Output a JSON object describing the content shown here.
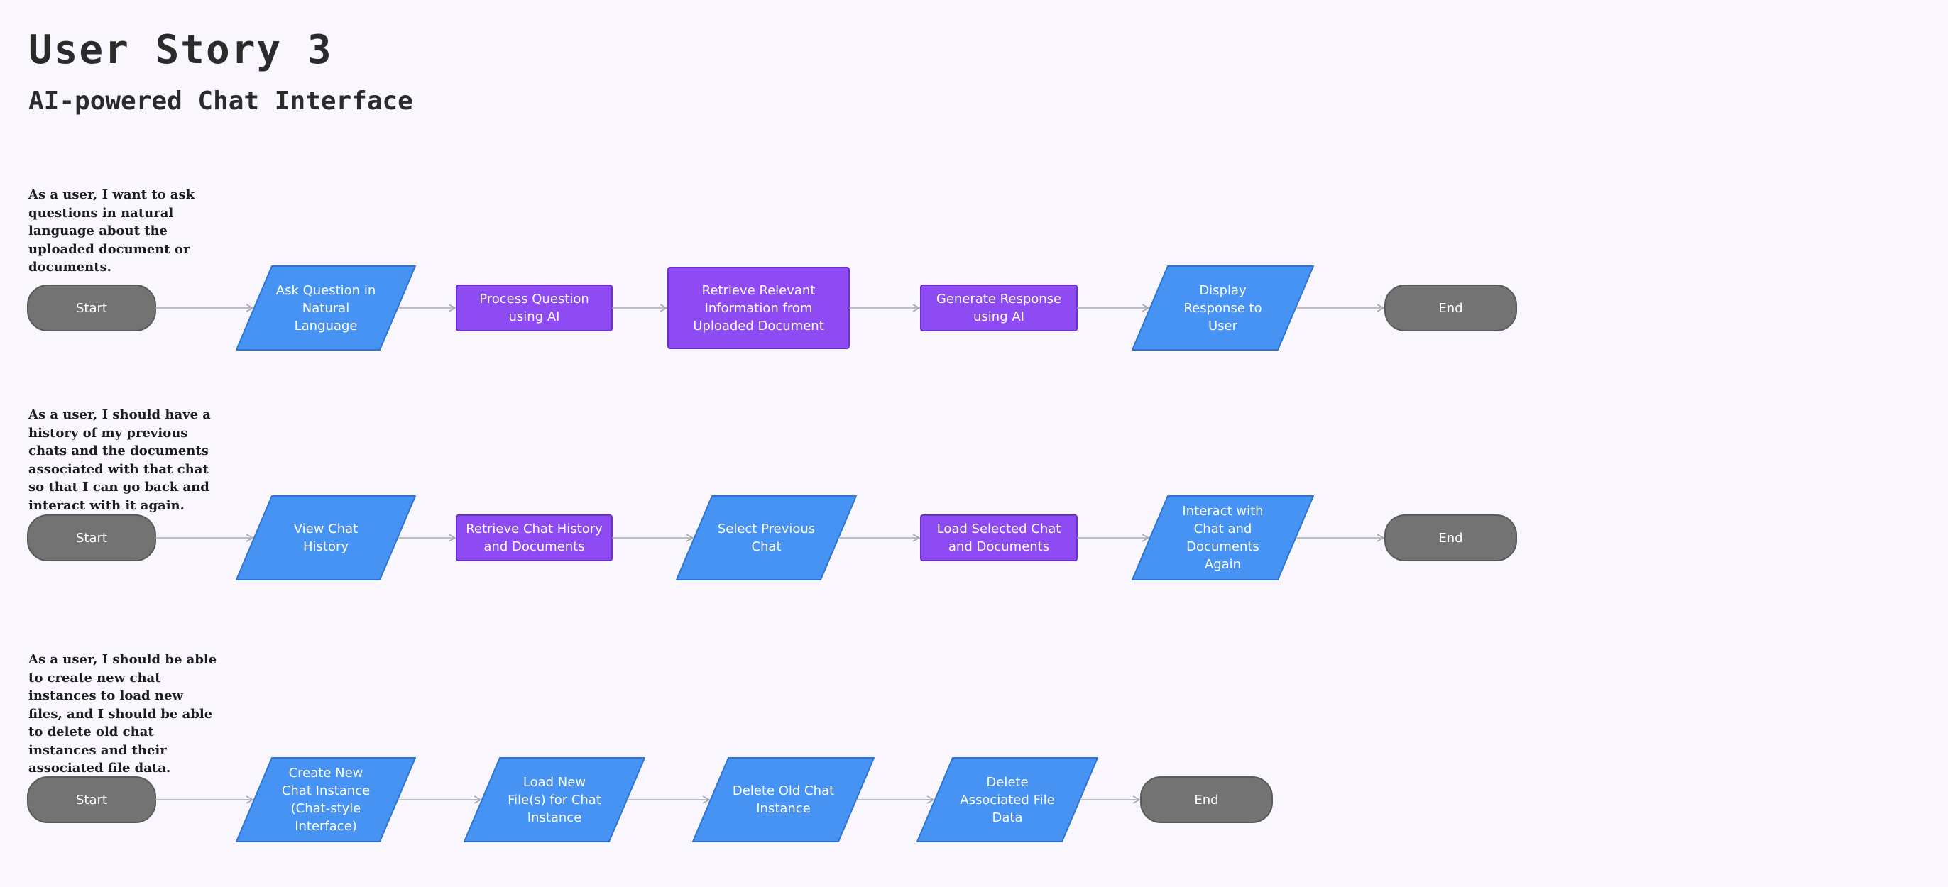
{
  "title": "User Story 3",
  "subtitle": "AI-powered Chat Interface",
  "colors": {
    "background": "#f9f7fd",
    "terminator": "#737373",
    "terminator_border": "#5a5a5a",
    "io": "#4693f3",
    "io_border": "#2f74d0",
    "process": "#8f4bf3",
    "process_border": "#6a2fcc",
    "arrow": "#a8a8b0"
  },
  "rows": [
    {
      "story": "As a user, I want to ask questions in natural language about the uploaded document or documents.",
      "nodes": [
        {
          "type": "terminator",
          "label": "Start"
        },
        {
          "type": "io",
          "label": "Ask Question in Natural Language"
        },
        {
          "type": "process",
          "label": "Process Question using AI"
        },
        {
          "type": "process",
          "label": "Retrieve Relevant Information from Uploaded Document"
        },
        {
          "type": "process",
          "label": "Generate Response using AI"
        },
        {
          "type": "io",
          "label": "Display Response to User"
        },
        {
          "type": "terminator",
          "label": "End"
        }
      ]
    },
    {
      "story": "As a user, I should have a history of my previous chats and the documents associated with that chat so that I can go back and interact with it again.",
      "nodes": [
        {
          "type": "terminator",
          "label": "Start"
        },
        {
          "type": "io",
          "label": "View Chat History"
        },
        {
          "type": "process",
          "label": "Retrieve Chat History and Documents"
        },
        {
          "type": "io",
          "label": "Select Previous Chat"
        },
        {
          "type": "process",
          "label": "Load Selected Chat and Documents"
        },
        {
          "type": "io",
          "label": "Interact with Chat and Documents Again"
        },
        {
          "type": "terminator",
          "label": "End"
        }
      ]
    },
    {
      "story": "As a user, I should be able to create new chat instances to load new files, and I should be able to delete old chat instances and their associated file data.",
      "nodes": [
        {
          "type": "terminator",
          "label": "Start"
        },
        {
          "type": "io",
          "label": "Create New Chat Instance (Chat-style Interface)"
        },
        {
          "type": "io",
          "label": "Load New File(s) for Chat Instance"
        },
        {
          "type": "io",
          "label": "Delete Old Chat Instance"
        },
        {
          "type": "io",
          "label": "Delete Associated File Data"
        },
        {
          "type": "terminator",
          "label": "End"
        }
      ]
    }
  ]
}
